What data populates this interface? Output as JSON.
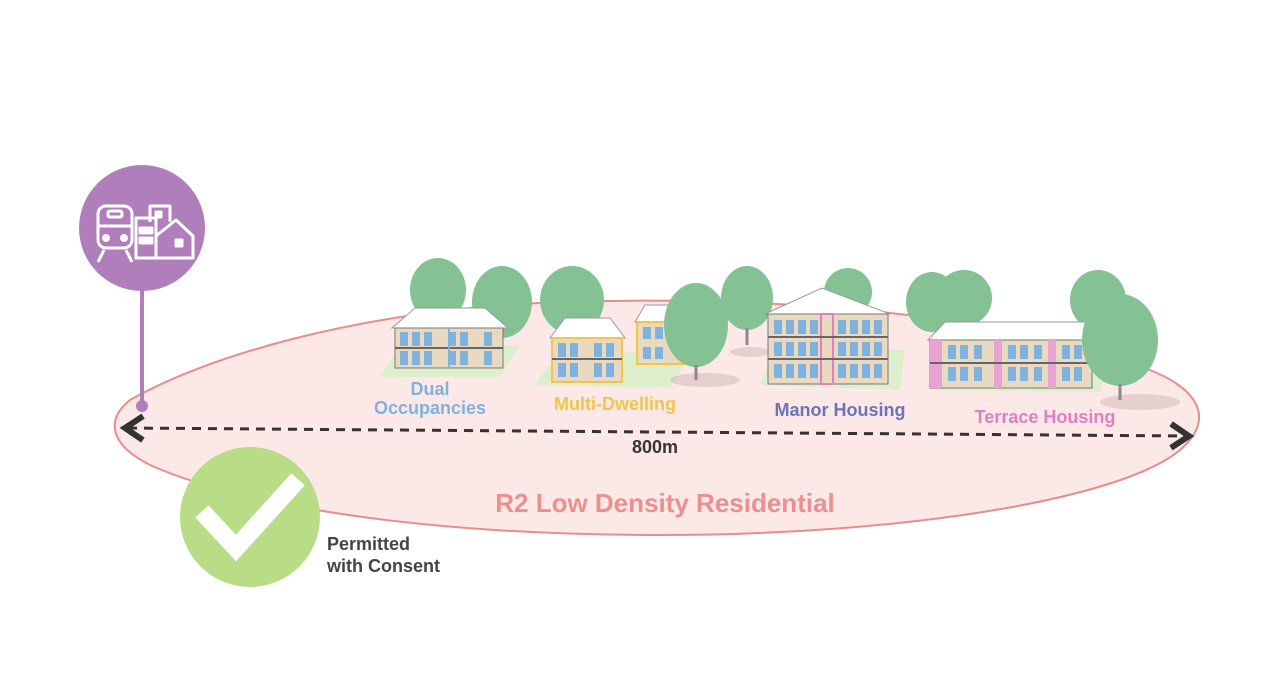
{
  "colors": {
    "zone_fill": "#fde8e8",
    "zone_stroke": "#e88d8d",
    "station_marker": "#b07fbb",
    "check_circle": "#b9dc87",
    "tree": "#84c193",
    "lawn": "#d8f0c8",
    "dual": "#7fb2dc",
    "multi": "#f0c54a",
    "manor": "#6b74b8",
    "terrace": "#e07fc1"
  },
  "icons": {
    "station_marker": "train-and-buildings-icon",
    "approval": "checkmark-icon"
  },
  "housing_types": [
    {
      "label_line1": "Dual",
      "label_line2": "Occupancies"
    },
    {
      "label": "Multi-Dwelling"
    },
    {
      "label": "Manor Housing"
    },
    {
      "label": "Terrace Housing"
    }
  ],
  "distance_label": "800m",
  "zone_label": "R2 Low Density Residential",
  "status": {
    "line1": "Permitted",
    "line2": "with Consent"
  }
}
